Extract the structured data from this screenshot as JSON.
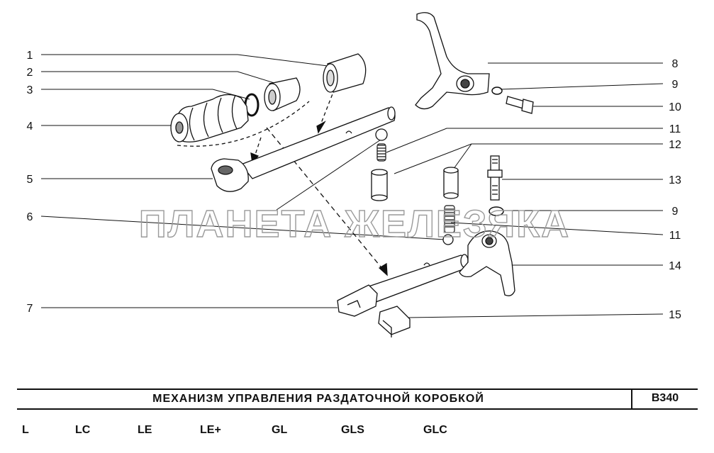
{
  "watermark": "ПЛАНЕТА ЖЕЛЕЗЯКА",
  "callouts_left": [
    "1",
    "2",
    "3",
    "4",
    "5",
    "6",
    "7"
  ],
  "callouts_right": [
    "8",
    "9",
    "10",
    "11",
    "12",
    "13",
    "9",
    "11",
    "14",
    "15"
  ],
  "title": "МЕХАНИЗМ УПРАВЛЕНИЯ РАЗДАТОЧНОЙ КОРОБКОЙ",
  "code": "B340",
  "models": [
    "L",
    "LC",
    "LE",
    "LE+",
    "GL",
    "GLS",
    "GLC"
  ]
}
